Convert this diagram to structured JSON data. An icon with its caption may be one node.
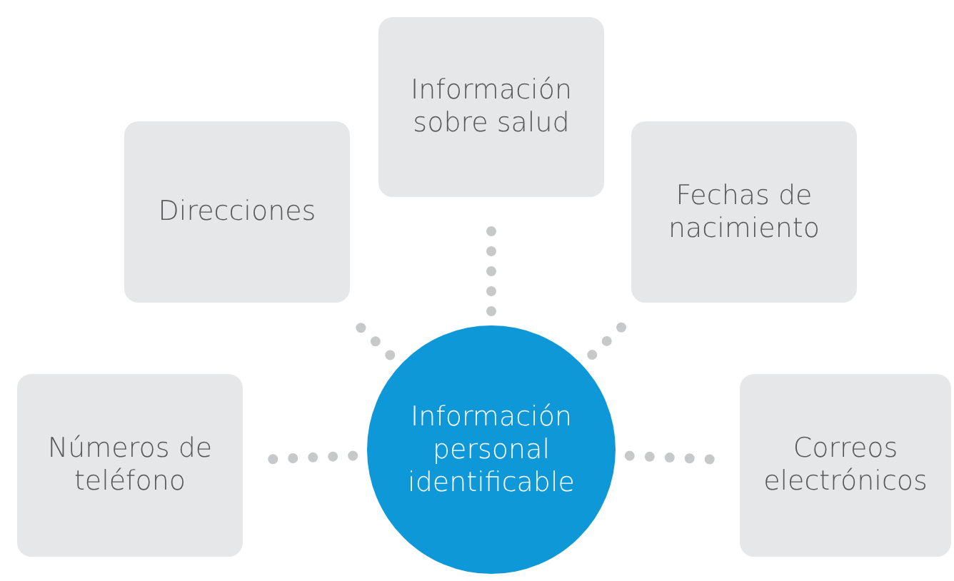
{
  "diagram": {
    "nodes": [
      {
        "text": [
          "Información sobre salud"
        ]
      },
      {
        "text": [
          "Direcciones"
        ]
      },
      {
        "text": [
          "Fechas de nacimiento"
        ]
      },
      {
        "text": [
          "Números de teléfono"
        ]
      },
      {
        "text": [
          "Información personal identificable"
        ]
      },
      {
        "text": [
          "Correos electrónicos"
        ]
      }
    ],
    "edges": [
      {
        "from": 4,
        "to": 0,
        "arrow": "none"
      },
      {
        "from": 4,
        "to": 1,
        "arrow": "none"
      },
      {
        "from": 4,
        "to": 2,
        "arrow": "none"
      },
      {
        "from": 4,
        "to": 3,
        "arrow": "none"
      },
      {
        "from": 4,
        "to": 5,
        "arrow": "none"
      }
    ]
  }
}
